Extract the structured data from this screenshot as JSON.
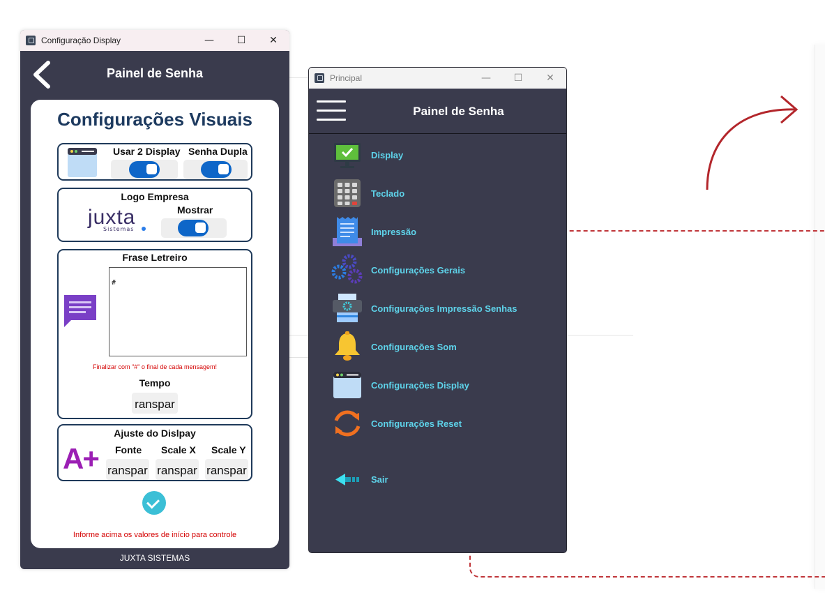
{
  "config_window": {
    "title": "Configuração Display",
    "header_title": "Painel de Senha",
    "card_title": "Configurações Visuais",
    "display": {
      "usar2_label": "Usar 2 Display",
      "senha_dupla_label": "Senha Dupla",
      "usar2_on": true,
      "senha_dupla_on": true
    },
    "logo": {
      "title": "Logo Empresa",
      "mostrar_label": "Mostrar",
      "mostrar_on": true,
      "logo_main": "juxta",
      "logo_sub": "Sistemas"
    },
    "frase": {
      "title": "Frase Letreiro",
      "text": "#",
      "hint": "Finalizar com \"#\" o final de cada mensagem!",
      "tempo_label": "Tempo",
      "tempo_value": "ranspar"
    },
    "ajuste": {
      "title": "Ajuste do Dislpay",
      "fonte_label": "Fonte",
      "scalex_label": "Scale X",
      "scaley_label": "Scale Y",
      "fonte_value": "ranspar",
      "scalex_value": "ranspar",
      "scaley_value": "ranspar",
      "icon_text": "A+"
    },
    "footer_hint": "Informe acima os valores de início para controle",
    "brand": "JUXTA SISTEMAS"
  },
  "principal_window": {
    "title": "Principal",
    "header_title": "Painel de Senha",
    "menu": [
      {
        "label": "Display",
        "icon": "monitor-icon"
      },
      {
        "label": "Teclado",
        "icon": "keypad-icon"
      },
      {
        "label": "Impressão",
        "icon": "receipt-icon"
      },
      {
        "label": "Configurações Gerais",
        "icon": "gears-icon"
      },
      {
        "label": "Configurações Impressão Senhas",
        "icon": "printer-gear-icon"
      },
      {
        "label": "Configurações Som",
        "icon": "bell-icon"
      },
      {
        "label": "Configurações Display",
        "icon": "browser-window-icon"
      },
      {
        "label": "Configurações Reset",
        "icon": "refresh-icon"
      },
      {
        "label": "Sair",
        "icon": "exit-arrow-icon"
      }
    ]
  },
  "colors": {
    "panel_bg": "#3a3b4d",
    "menu_text": "#5ed3ea",
    "toggle_on": "#0e66c8",
    "hint_red": "#d40000",
    "dash_red": "#c0363a"
  }
}
